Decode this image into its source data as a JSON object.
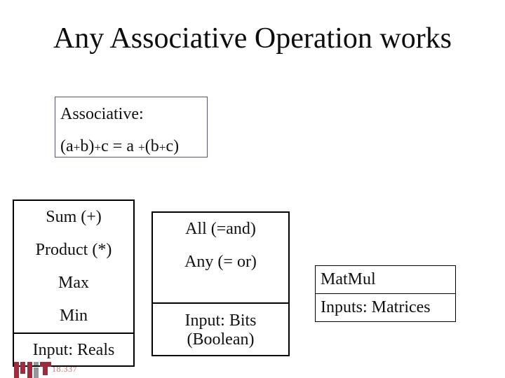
{
  "slide": {
    "title": "Any Associative Operation works",
    "course_number": "18.337"
  },
  "associative_box": {
    "label": "Associative:",
    "equation": "(a+b)+c = a +(b+c)"
  },
  "reals_box": {
    "operations": [
      "Sum (+)",
      "Product (*)",
      "Max",
      "Min"
    ],
    "input_label": "Input: Reals"
  },
  "bits_box": {
    "operations": [
      "All (=and)",
      "Any (= or)"
    ],
    "input_label_line1": "Input: Bits",
    "input_label_line2": "(Boolean)"
  },
  "matrix_box": {
    "operation": "MatMul",
    "input_label": "Inputs: Matrices"
  },
  "colors": {
    "mit-maroon": "#A02B3C",
    "mit-gray": "#97979B",
    "course-red": "#C86B6B"
  }
}
